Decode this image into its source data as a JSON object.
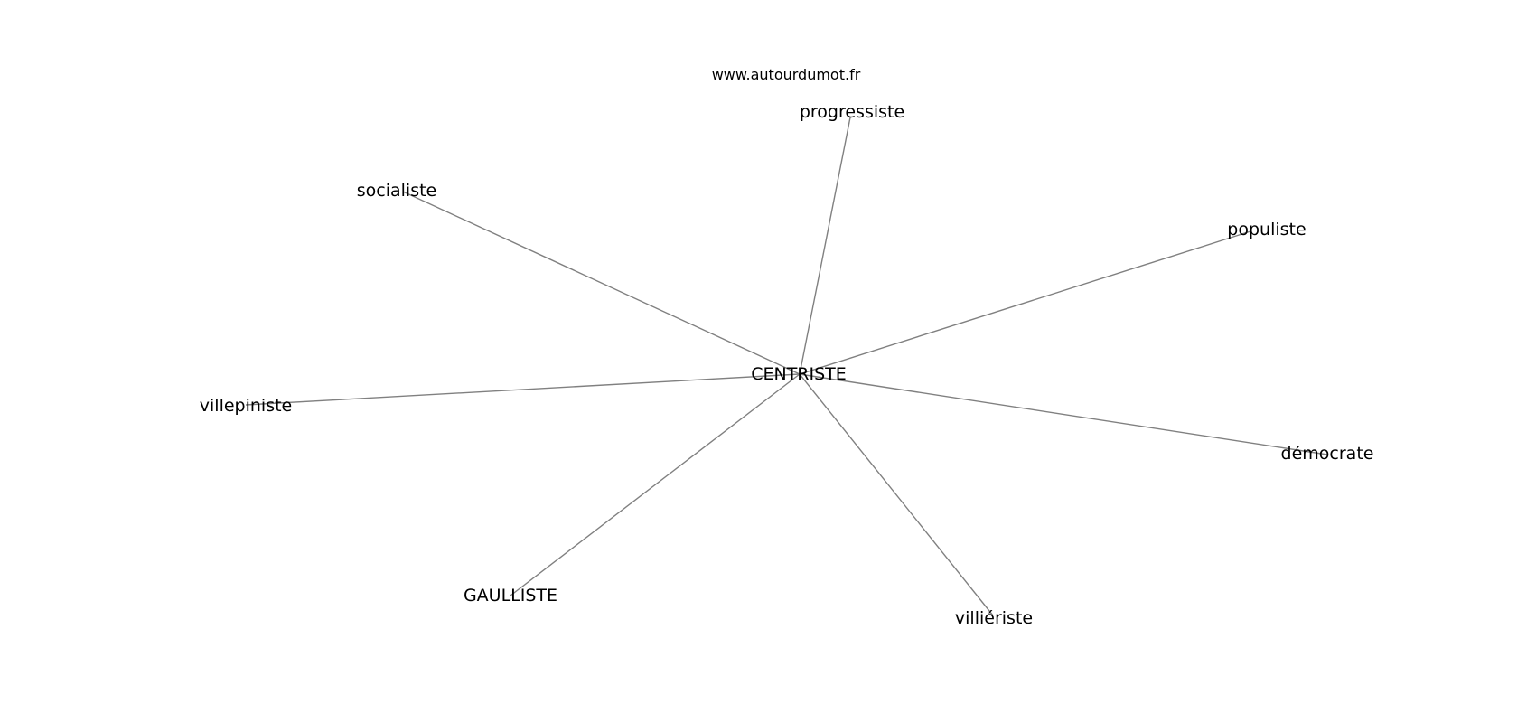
{
  "watermark": "www.autourdumot.fr",
  "graph": {
    "center": {
      "id": "centriste",
      "label": "CENTRISTE"
    },
    "neighbors": [
      {
        "id": "progressiste",
        "label": "progressiste"
      },
      {
        "id": "socialiste",
        "label": "socialiste"
      },
      {
        "id": "populiste",
        "label": "populiste"
      },
      {
        "id": "villepiniste",
        "label": "villepiniste"
      },
      {
        "id": "democrate",
        "label": "démocrate"
      },
      {
        "id": "gaulliste",
        "label": "GAULLISTE"
      },
      {
        "id": "villieriste",
        "label": "villiériste"
      }
    ]
  }
}
